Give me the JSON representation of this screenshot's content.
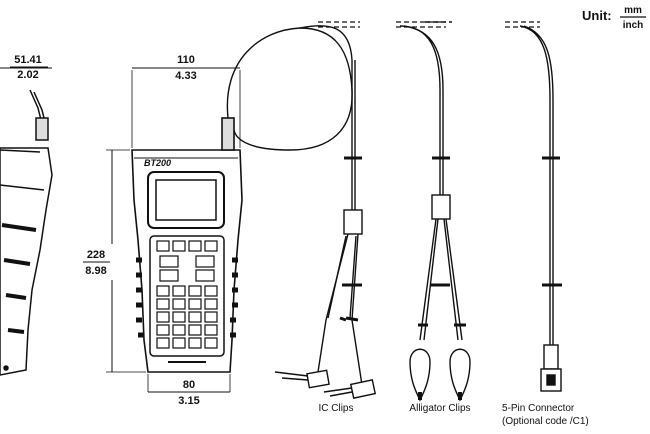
{
  "unit": {
    "label": "Unit:",
    "numerator": "mm",
    "denominator": "inch"
  },
  "device": {
    "model": "BT200"
  },
  "dimensions": {
    "depth": {
      "mm": "51.41",
      "inch": "2.02"
    },
    "width": {
      "mm": "110",
      "inch": "4.33"
    },
    "height": {
      "mm": "228",
      "inch": "8.98"
    },
    "bottom_width": {
      "mm": "80",
      "inch": "3.15"
    }
  },
  "connectors": [
    {
      "label": "IC Clips"
    },
    {
      "label": "Alligator Clips"
    },
    {
      "label": "5-Pin Connector",
      "sublabel": "(Optional code /C1)"
    }
  ]
}
